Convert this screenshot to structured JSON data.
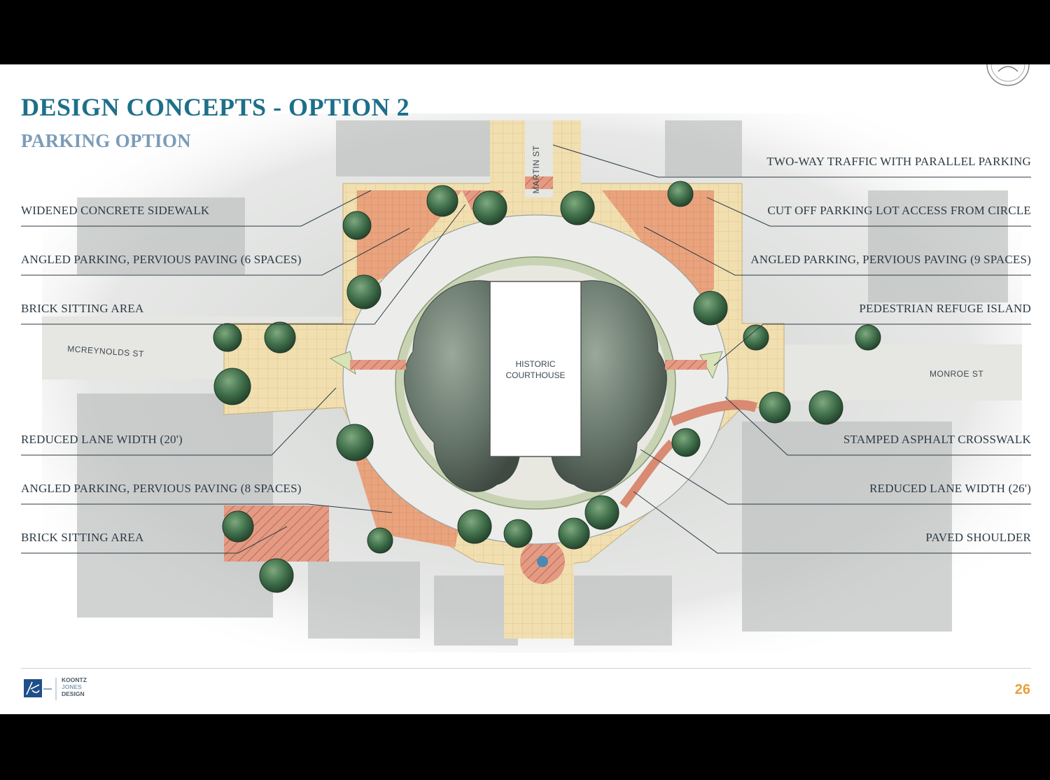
{
  "slide": {
    "title": "DESIGN CONCEPTS - OPTION 2",
    "subtitle": "PARKING OPTION",
    "page_number": "26"
  },
  "plan": {
    "building_label_line1": "HISTORIC",
    "building_label_line2": "COURTHOUSE",
    "streets": {
      "north": "MARTIN ST",
      "west": "MCREYNOLDS ST",
      "east": "MONROE ST"
    }
  },
  "callouts": {
    "left": [
      "WIDENED CONCRETE SIDEWALK",
      "ANGLED PARKING, PERVIOUS PAVING (6 SPACES)",
      "BRICK SITTING AREA",
      "REDUCED LANE WIDTH (20')",
      "ANGLED PARKING, PERVIOUS PAVING (8 SPACES)",
      "BRICK SITTING AREA"
    ],
    "right": [
      "TWO-WAY TRAFFIC WITH PARALLEL PARKING",
      "CUT OFF PARKING LOT ACCESS FROM CIRCLE",
      "ANGLED PARKING, PERVIOUS PAVING (9 SPACES)",
      "PEDESTRIAN REFUGE ISLAND",
      "STAMPED ASPHALT CROSSWALK",
      "REDUCED LANE WIDTH (26')",
      "PAVED SHOULDER"
    ]
  },
  "logo": {
    "line1": "KOONTZ",
    "line2": "JONES",
    "line3": "DESIGN"
  },
  "colors": {
    "title": "#1d6f8a",
    "subtitle": "#7b9cb8",
    "page_number": "#e8a03a",
    "paving": "#e9a47e",
    "sidewalk": "#f1dfb0",
    "tree": "#3f6e4a"
  }
}
